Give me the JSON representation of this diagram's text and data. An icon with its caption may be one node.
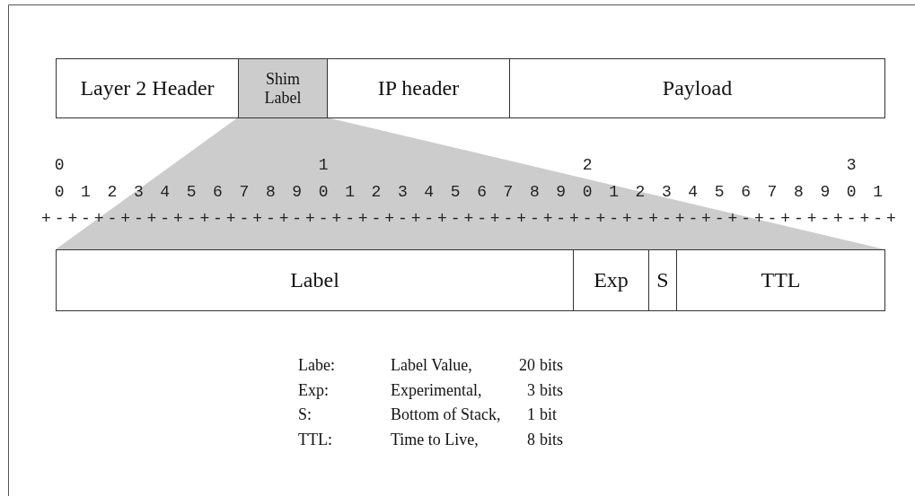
{
  "diagram": {
    "nodes": [
      {
        "text": [
          "Layer 2 Header"
        ]
      },
      {
        "text": [
          "Shim Label"
        ]
      },
      {
        "text": [
          "IP header"
        ]
      },
      {
        "text": [
          "Payload"
        ]
      },
      {
        "text": [
          "Label"
        ]
      },
      {
        "text": [
          "Exp"
        ]
      },
      {
        "text": [
          "S"
        ]
      },
      {
        "text": [
          "TTL"
        ]
      }
    ],
    "edges": [],
    "labels": [
      "0",
      "1",
      "2",
      "3",
      "0 1 2 3 4 5 6 7 8 9 0 1 2 3 4 5 6 7 8 9 0 1 2 3 4 5 6 7 8 9 0 1",
      "+-+-+-+-+-+-+-+-+-+-+-+-+-+-+-+-+-+-+-+-+-+-+-+-+-+-+-+-+-+-+-+-+",
      "Labe:",
      "Label Value,",
      "20",
      "bits",
      "Exp:",
      "Experimental,",
      "3",
      "bits",
      "S:",
      "Bottom of Stack,",
      "1",
      "bit",
      "TTL:",
      "Time to Live,",
      "8",
      "bits"
    ]
  }
}
